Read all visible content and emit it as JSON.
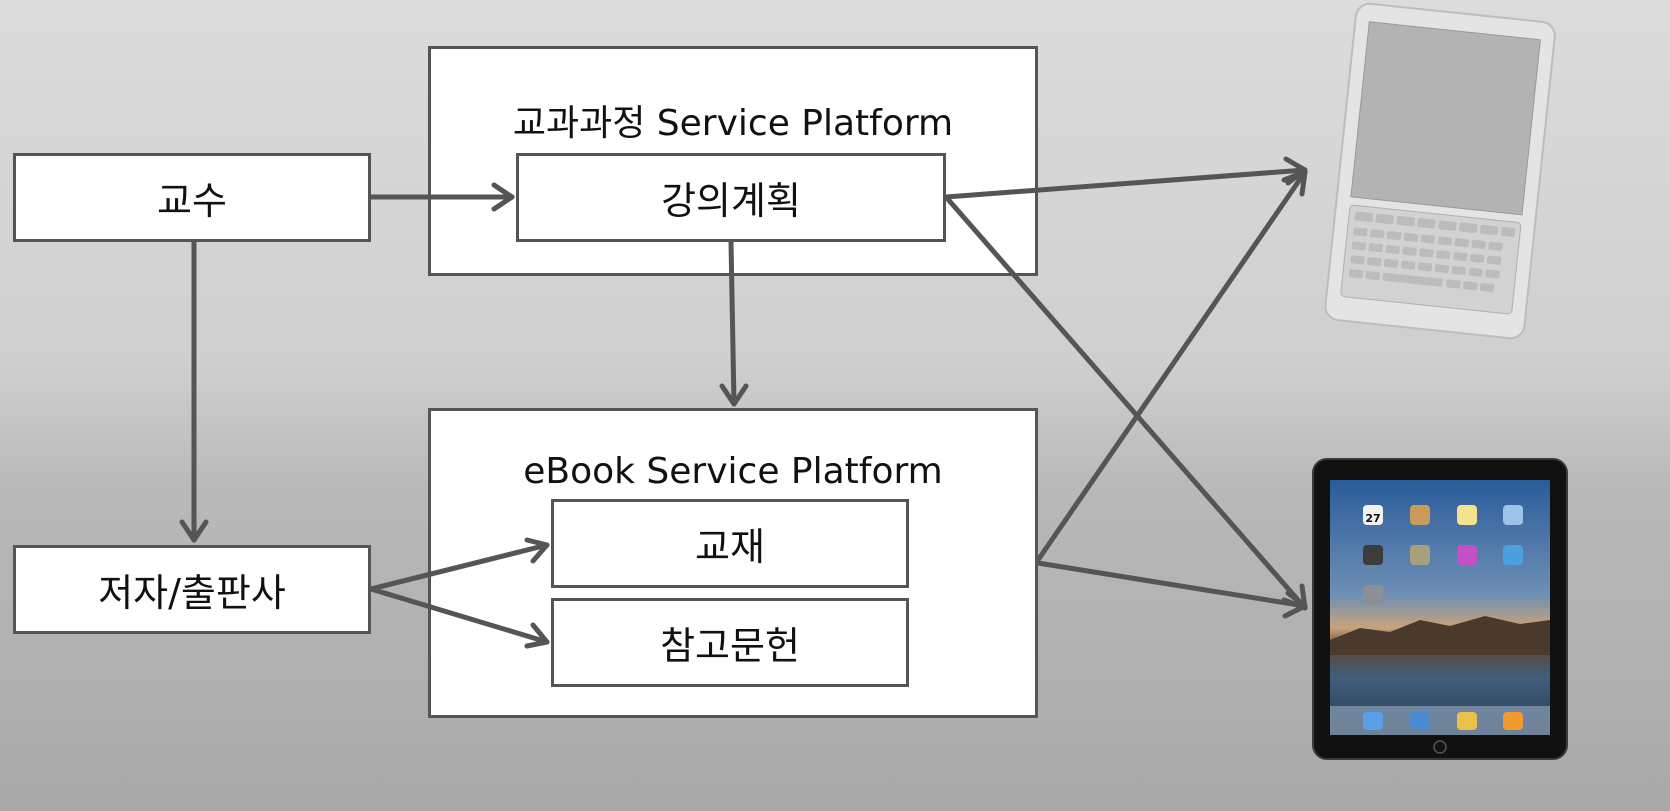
{
  "nodes": {
    "professor": "교수",
    "author_publisher": "저자/출판사",
    "curriculum_platform": "교과과정 Service Platform",
    "lecture_plan": "강의계획",
    "ebook_platform": "eBook Service Platform",
    "textbook": "교재",
    "references": "참고문헌"
  },
  "devices": {
    "ereader": "e-reader-device",
    "tablet": "tablet-device",
    "tablet_calendar_date": "27"
  },
  "colors": {
    "arrow": "#555555",
    "box_border": "#555555",
    "box_fill": "#ffffff"
  }
}
